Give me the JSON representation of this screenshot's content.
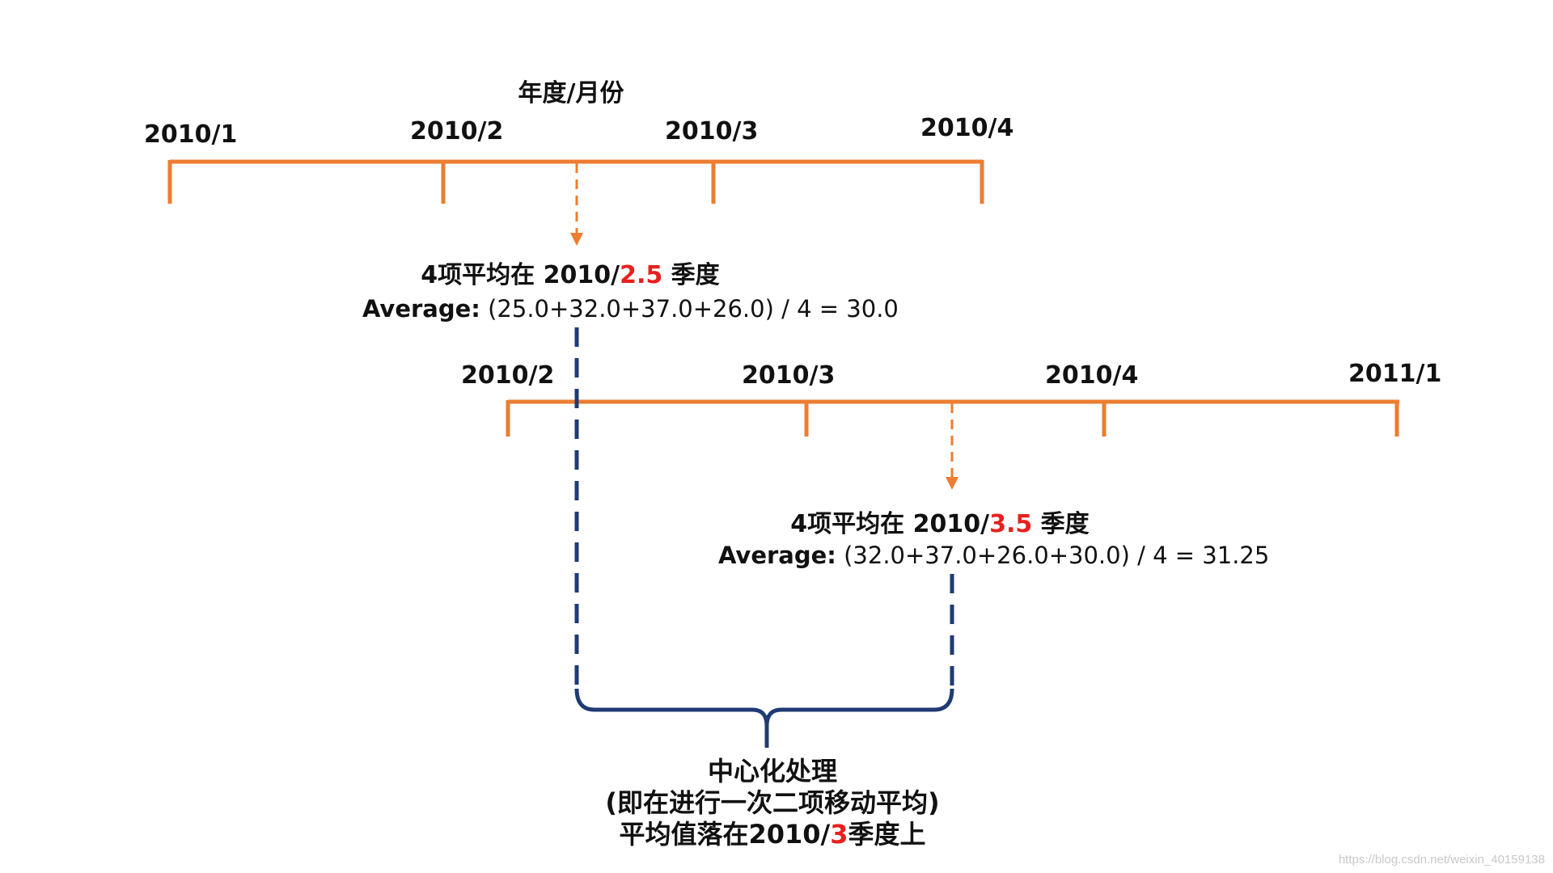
{
  "colors": {
    "timeline": "#ed7d31",
    "bracket": "#1f3b73",
    "accent": "#e8201e",
    "text": "#111111"
  },
  "axis_title": "年度/月份",
  "top_timeline": {
    "ticks": [
      "2010/1",
      "2010/2",
      "2010/3",
      "2010/4"
    ]
  },
  "bottom_timeline": {
    "ticks": [
      "2010/2",
      "2010/3",
      "2010/4",
      "2011/1"
    ]
  },
  "avg1": {
    "title_prefix": "4项平均在 2010/",
    "title_value": "2.5",
    "title_suffix": " 季度",
    "formula_label": "Average:",
    "formula": " (25.0+32.0+37.0+26.0) / 4 = 30.0"
  },
  "avg2": {
    "title_prefix": "4项平均在 2010/",
    "title_value": "3.5",
    "title_suffix": " 季度",
    "formula_label": "Average:",
    "formula": " (32.0+37.0+26.0+30.0) / 4 = 31.25"
  },
  "caption": {
    "line1": "中心化处理",
    "line2": "(即在进行一次二项移动平均)",
    "line3_prefix": "平均值落在2010/",
    "line3_value": "3",
    "line3_suffix": "季度上"
  },
  "watermark": "https://blog.csdn.net/weixin_40159138"
}
